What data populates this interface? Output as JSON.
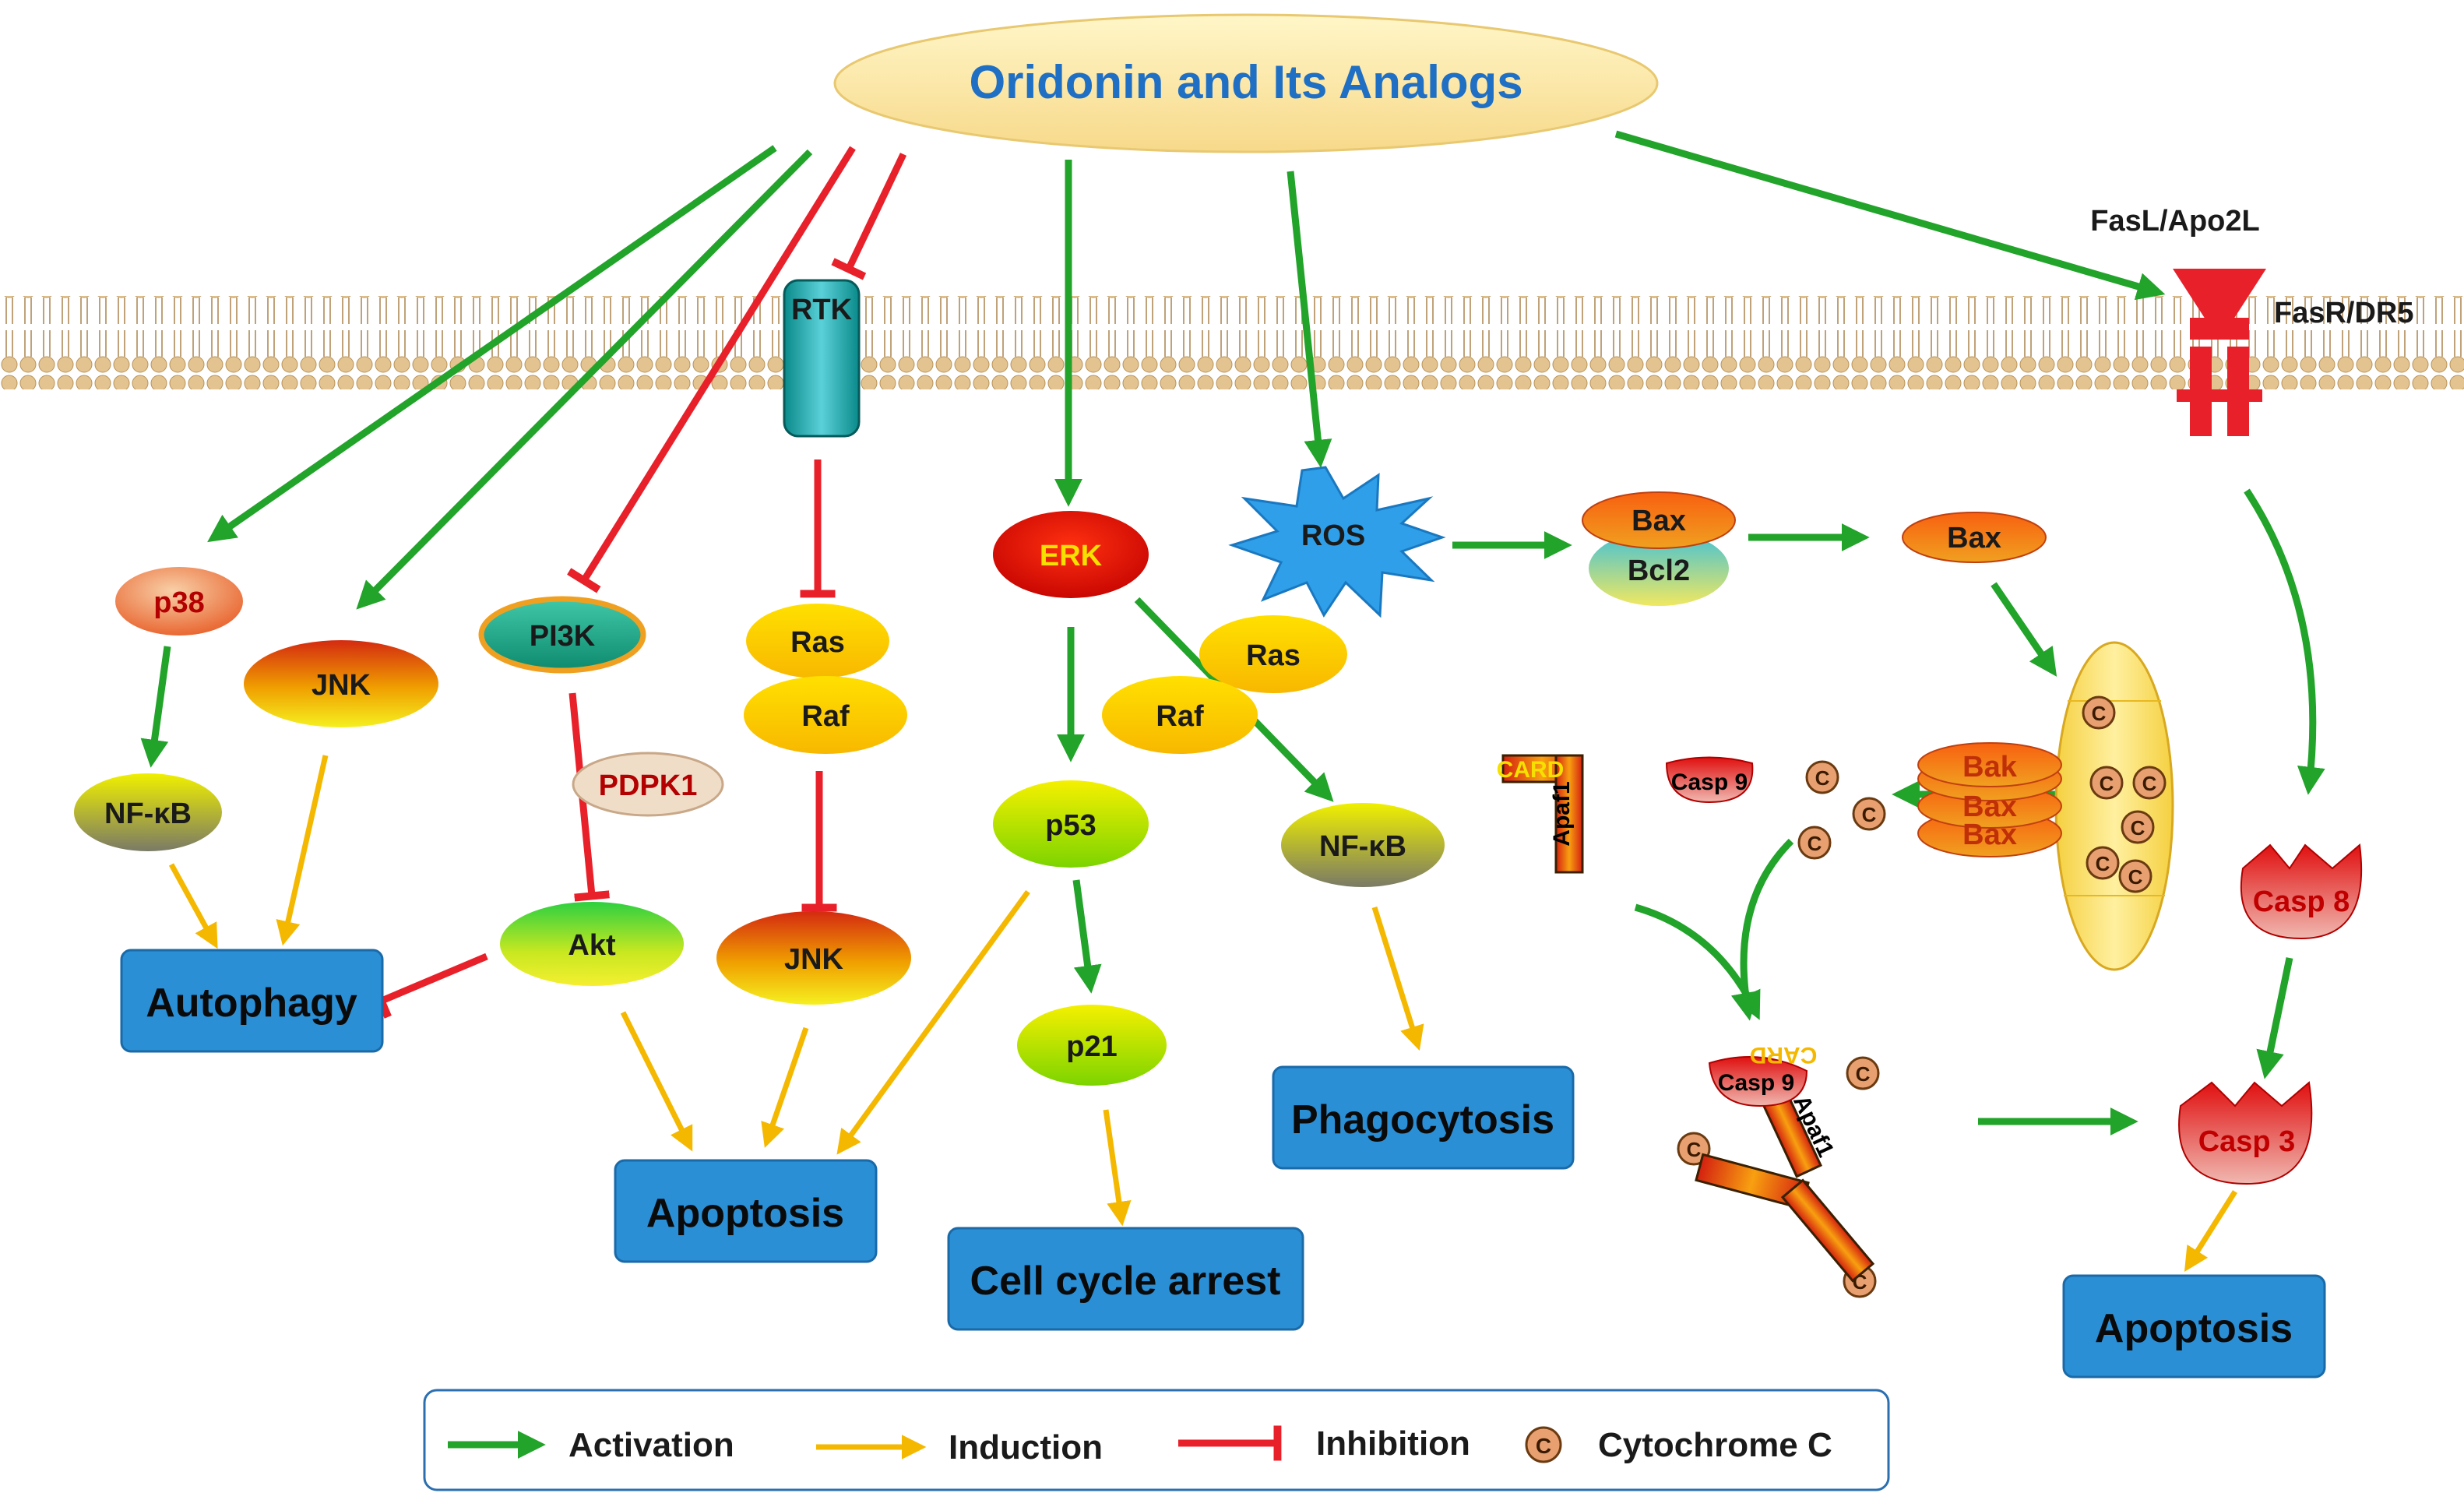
{
  "title": "Oridonin and Its Analogs",
  "membrane": {
    "rtk": "RTK",
    "ligand": "FasL/Apo2L",
    "receptor": "FasR/DR5"
  },
  "nodes": {
    "p38": "p38",
    "nfkb_left": "NF-κB",
    "jnk_left": "JNK",
    "pi3k": "PI3K",
    "pdpk1": "PDPK1",
    "akt": "Akt",
    "ras_left": "Ras",
    "raf_left": "Raf",
    "jnk_mid": "JNK",
    "erk": "ERK",
    "p53": "p53",
    "p21": "p21",
    "ras_mid": "Ras",
    "raf_mid": "Raf",
    "nfkb_mid": "NF-κB",
    "ros": "ROS",
    "bax1": "Bax",
    "bcl2": "Bcl2",
    "bax2": "Bax",
    "bak": "Bak",
    "bax_stack": "Bax",
    "bax_stack2": "Bax",
    "card": "CARD",
    "apaf1": "Apaf1",
    "casp9_single": "Casp 9",
    "apoptosome_apaf": "Apaf1",
    "apoptosome_casp": "Casp 9",
    "apoptosome_card": "CARD",
    "casp8": "Casp 8",
    "casp3": "Casp 3",
    "cyto_symbol": "C"
  },
  "outcomes": {
    "autophagy": "Autophagy",
    "apoptosis_left": "Apoptosis",
    "cell_cycle": "Cell cycle arrest",
    "phagocytosis": "Phagocytosis",
    "apoptosis_right": "Apoptosis"
  },
  "legend": {
    "activation": "Activation",
    "induction": "Induction",
    "inhibition": "Inhibition",
    "cytochrome": "Cytochrome C",
    "cyto_symbol": "C"
  },
  "colors": {
    "activation": "#22a32a",
    "induction": "#f5b800",
    "inhibition": "#e8202a",
    "title_text": "#1f6fc4",
    "outcome_box": "#2b8fd6",
    "cytochrome": "#e8a070"
  }
}
